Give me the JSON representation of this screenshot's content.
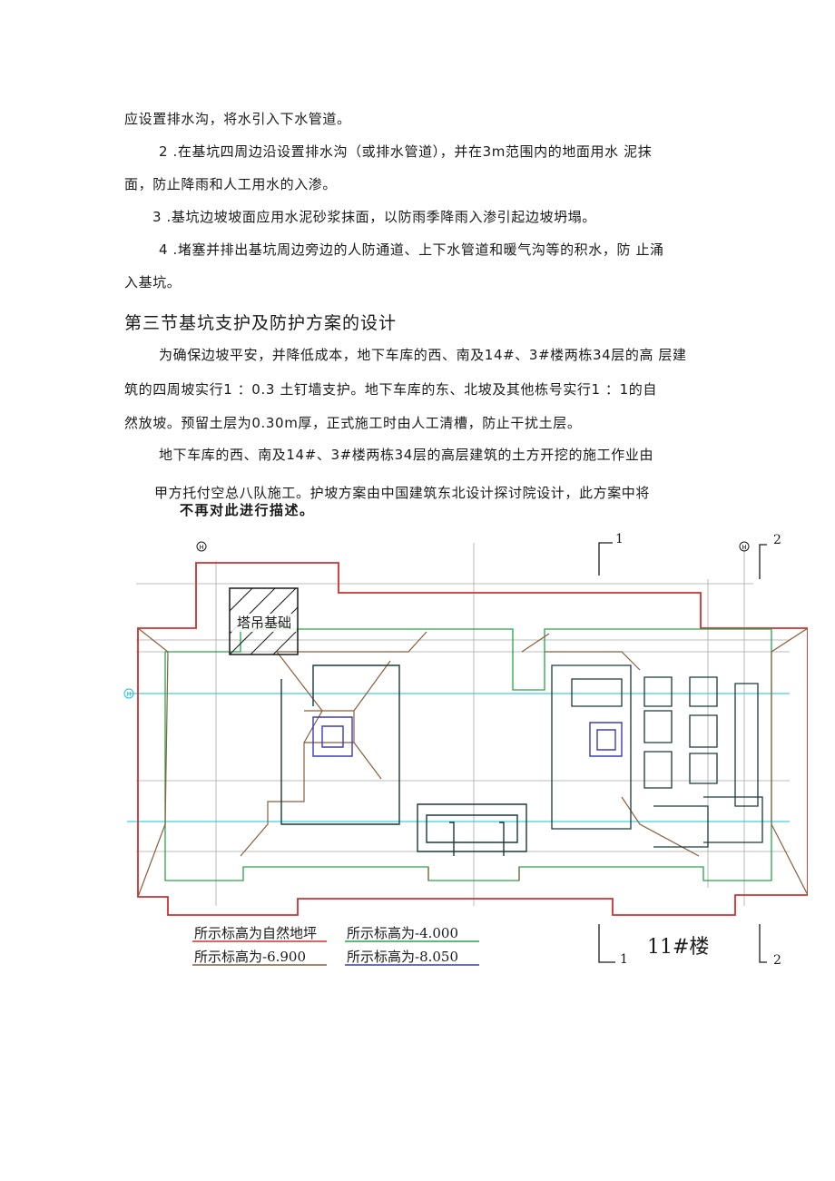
{
  "paragraphs": {
    "line1": "应设置排水沟，将水引入下水管道。",
    "line2": "2 .在基坑四周边沿设置排水沟（或排水管道），并在3m范围内的地面用水 泥抹",
    "line3": "面，防止降雨和人工用水的入渗。",
    "line4": "3 .基坑边坡坡面应用水泥砂浆抹面，以防雨季降雨入渗引起边坡坍塌。",
    "line5": "4 .堵塞并排出基坑周边旁边的人防通道、上下水管道和暖气沟等的积水，防 止涌",
    "line6": "入基坑。"
  },
  "section": {
    "heading": "第三节基坑支护及防护方案的设计",
    "line1": "为确保边坡平安，并降低成本，地下车库的西、南及14#、3#楼两栋34层的高 层建",
    "line2": "筑的四周坡实行1 ：0.3 土钉墙支护。地下车库的东、北坡及其他栋号实行1 ：1的自",
    "line3": "然放坡。预留土层为0.30m厚，正式施工时由人工清槽，防止干扰土层。",
    "line4": "地下车库的西、南及14#、3#楼两栋34层的高层建筑的土方开挖的施工作业由",
    "line5": "甲方托付空总八队施工。护坡方案由中国建筑东北设计探讨院设计，此方案中将",
    "line6": "不再对此进行描述。"
  },
  "drawing": {
    "tower_crane_label": "塔吊基础",
    "building_label": "11#楼",
    "axis_label_h": "H",
    "section_mark_1": "1",
    "section_mark_2": "2",
    "legend": [
      {
        "text": "所示标高为自然地坪",
        "color": "#d03030"
      },
      {
        "text": "所示标高为-4.000",
        "color": "#2aa34a"
      },
      {
        "text": "所示标高为-6.900",
        "color": "#8b5e3c"
      },
      {
        "text": "所示标高为-8.050",
        "color": "#3b3bb8"
      }
    ],
    "colors": {
      "natural_ground": "#d03030",
      "minus_4": "#2aa34a",
      "minus_6_9": "#8b5e3c",
      "minus_8_05": "#3b3bb8",
      "axis": "#19c0d8",
      "foundation": "#1a3a3a",
      "grid": "#9a9a9a"
    }
  }
}
